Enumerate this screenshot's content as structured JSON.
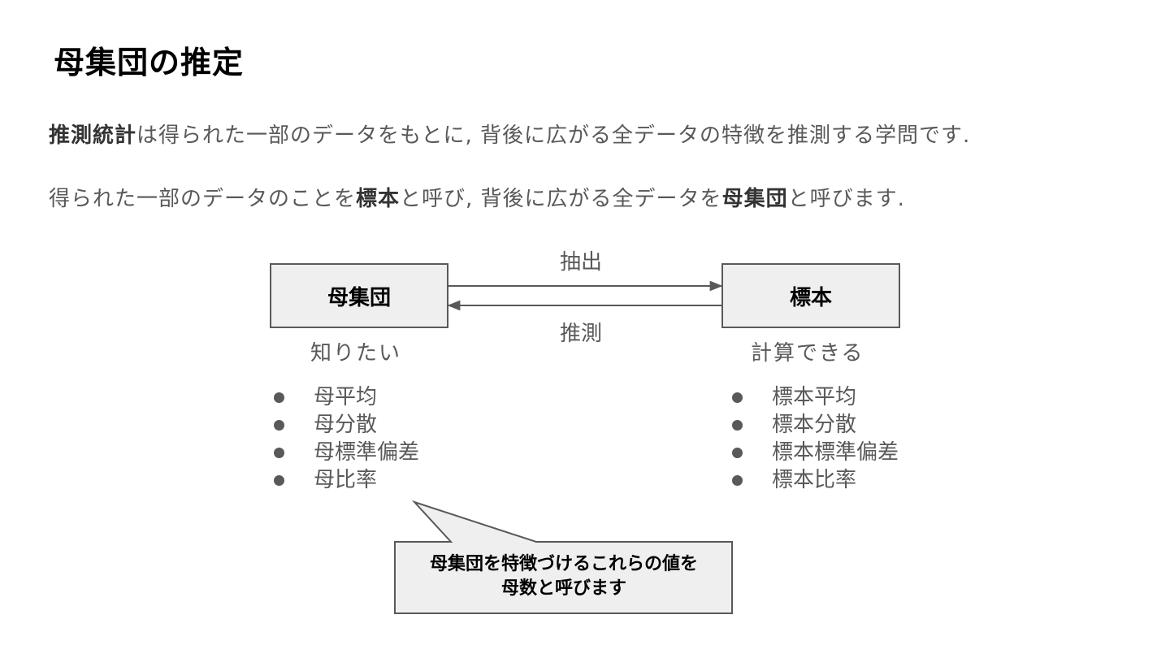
{
  "title": "母集団の推定",
  "intro": {
    "p1_bold": "推測統計",
    "p1_text": "は得られた一部のデータをもとに, 背後に広がる全データの特徴を推測する学問です.",
    "p2_text_a": "得られた一部のデータのことを",
    "p2_bold_a": "標本",
    "p2_text_b": "と呼び, 背後に広がる全データを",
    "p2_bold_b": "母集団",
    "p2_text_c": "と呼びます."
  },
  "diagram": {
    "population_box": "母集団",
    "sample_box": "標本",
    "arrow_top_label": "抽出",
    "arrow_bottom_label": "推測",
    "population_caption": "知りたい",
    "sample_caption": "計算できる",
    "population_params": [
      "母平均",
      "母分散",
      "母標準偏差",
      "母比率"
    ],
    "sample_stats": [
      "標本平均",
      "標本分散",
      "標本標準偏差",
      "標本比率"
    ],
    "callout_line1": "母集団を特徴づけるこれらの値を",
    "callout_line2": "母数と呼びます",
    "colors": {
      "box_fill": "#efefef",
      "stroke": "#595959",
      "text_gray": "#595959"
    }
  }
}
